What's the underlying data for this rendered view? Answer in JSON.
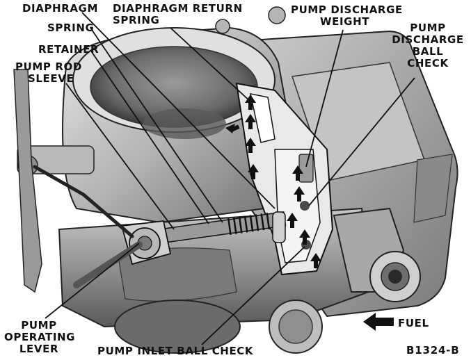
{
  "labels": {
    "diaphragm": "DIAPHRAGM",
    "spring": "SPRING",
    "retainer": "RETAINER",
    "pump_rod_sleeve_1": "PUMP ROD",
    "pump_rod_sleeve_2": "SLEEVE",
    "diaphragm_return_spring_1": "DIAPHRAGM RETURN",
    "diaphragm_return_spring_2": "SPRING",
    "pump_discharge_weight_1": "PUMP DISCHARGE",
    "pump_discharge_weight_2": "WEIGHT",
    "pump_discharge_ball_check_1": "PUMP",
    "pump_discharge_ball_check_2": "DISCHARGE",
    "pump_discharge_ball_check_3": "BALL",
    "pump_discharge_ball_check_4": "CHECK",
    "pump_operating_lever_1": "PUMP",
    "pump_operating_lever_2": "OPERATING",
    "pump_operating_lever_3": "LEVER",
    "pump_inlet_ball_check": "PUMP INLET BALL CHECK"
  },
  "legend": {
    "fuel_label": "FUEL"
  },
  "figure_id": "B1324-B",
  "colors": {
    "ink": "#111111",
    "metal_light": "#d9d9d9",
    "metal_mid": "#a9a9a9",
    "metal_dark": "#555555",
    "paper": "#ffffff"
  }
}
